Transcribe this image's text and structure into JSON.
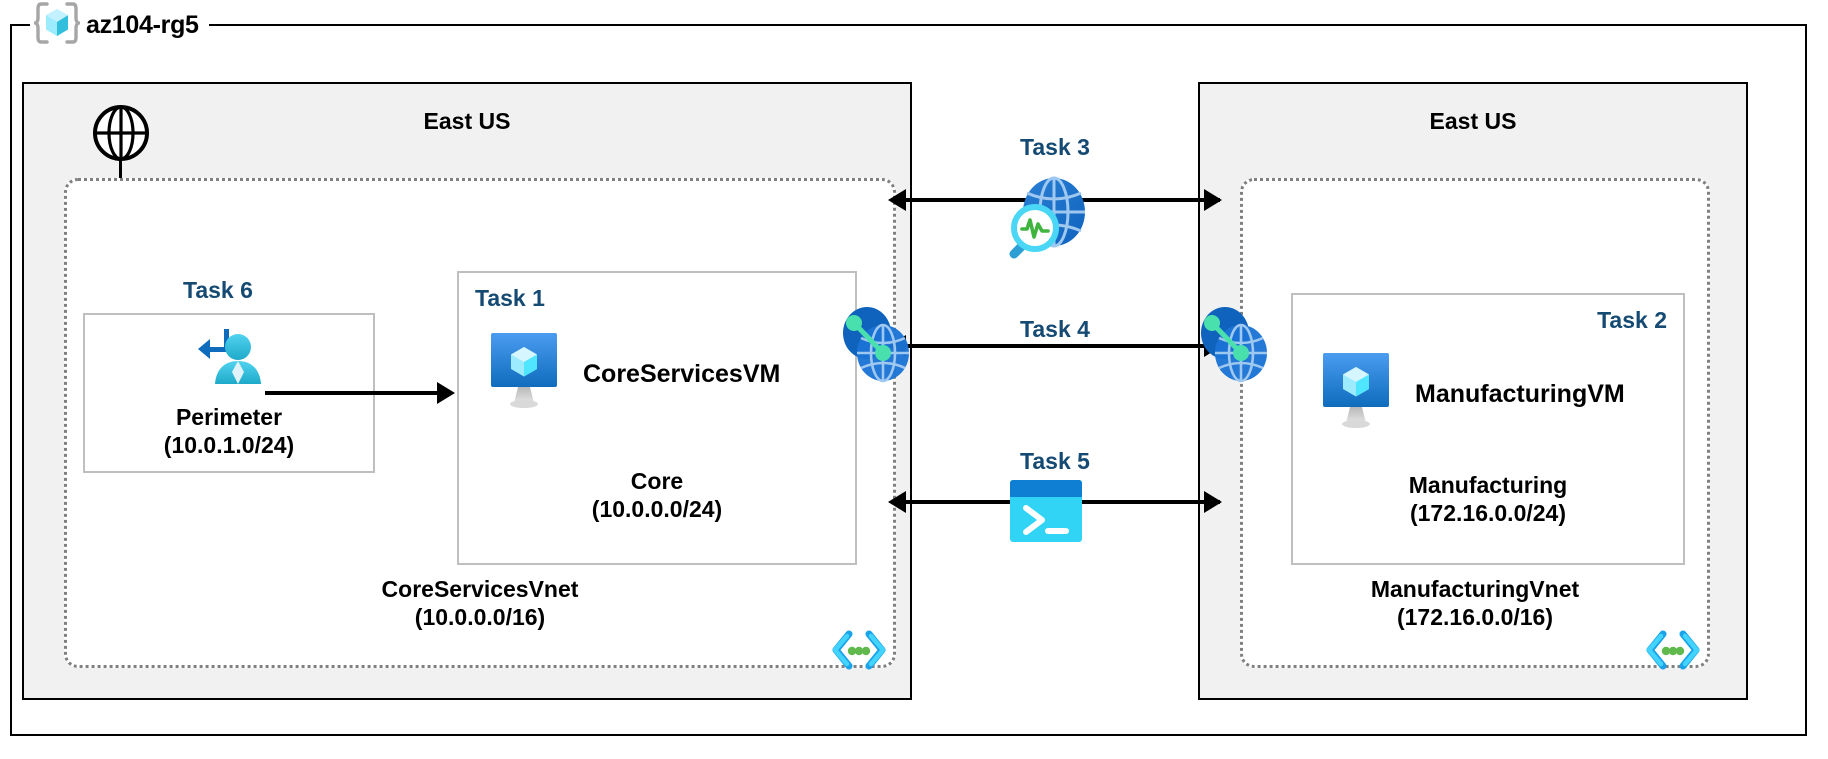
{
  "resource_group": {
    "name": "az104-rg5",
    "icon": "resource-group-icon"
  },
  "regions": [
    {
      "id": "left",
      "title": "East US"
    },
    {
      "id": "right",
      "title": "East US"
    }
  ],
  "internet": {
    "icon": "globe-icon"
  },
  "vnets": [
    {
      "id": "core",
      "name": "CoreServicesVnet",
      "cidr": "(10.0.0.0/16)",
      "badge_icon": "code-brackets-icon"
    },
    {
      "id": "manufacturing",
      "name": "ManufacturingVnet",
      "cidr": "(172.16.0.0/16)",
      "badge_icon": "code-brackets-icon"
    }
  ],
  "subnets": [
    {
      "id": "perimeter",
      "task": "Task 6",
      "name": "Perimeter",
      "cidr": "(10.0.1.0/24)",
      "icon": "bastion-user-icon"
    },
    {
      "id": "core",
      "task": "Task 1",
      "name": "Core",
      "cidr": "(10.0.0.0/24)",
      "vm": "CoreServicesVM",
      "icon": "virtual-machine-icon"
    },
    {
      "id": "manufacturing",
      "task": "Task 2",
      "name": "Manufacturing",
      "cidr": "(172.16.0.0/24)",
      "vm": "ManufacturingVM",
      "icon": "virtual-machine-icon"
    }
  ],
  "connections": [
    {
      "id": "task3",
      "label": "Task 3",
      "icon": "network-watcher-icon",
      "direction": "bidirectional"
    },
    {
      "id": "task4",
      "label": "Task 4",
      "icon": "vnet-peering-icon",
      "direction": "bidirectional"
    },
    {
      "id": "task5",
      "label": "Task 5",
      "icon": "cloud-shell-icon",
      "direction": "bidirectional"
    }
  ],
  "colors": {
    "task_label": "#154a72",
    "region_fill": "#f1f1f1",
    "vnet_border": "#808080",
    "subnet_border": "#bfbfbf",
    "azure_blue": "#0078d4",
    "azure_cyan": "#50e6ff",
    "accent_green": "#5fb94d"
  }
}
